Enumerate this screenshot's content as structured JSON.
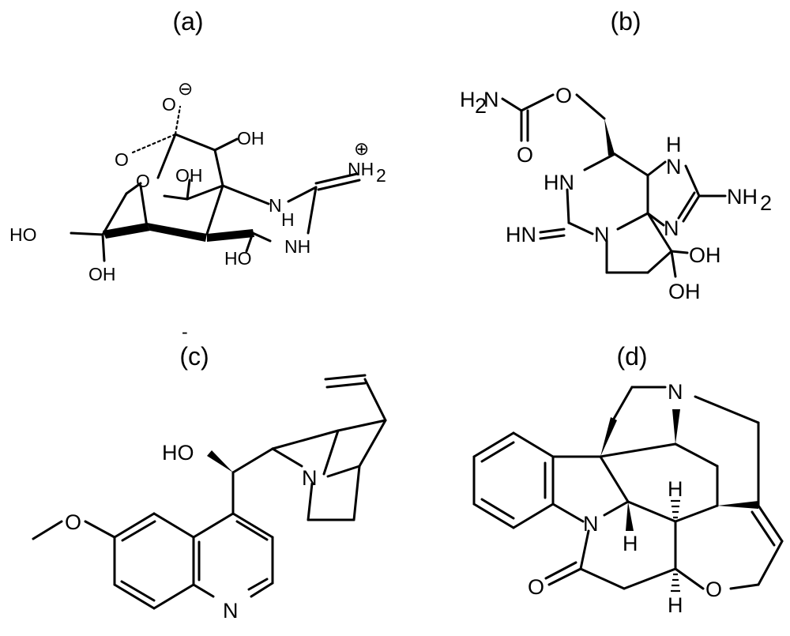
{
  "panels": {
    "a": {
      "label": "(a)",
      "atoms": {
        "o_minus": "O",
        "minus_charge": "⊖",
        "o_ring": "O",
        "o_bridge": "O",
        "oh_top": "OH",
        "oh_mid": "OH",
        "nh2_plus": "NH",
        "nh2_sub": "2",
        "plus_charge": "⊕",
        "n_ring": "N",
        "n_h": "H",
        "nh_bottom": "NH",
        "ho_bottom": "HO",
        "ho_left": "HO",
        "oh_lower": "OH"
      }
    },
    "b": {
      "label": "(b)",
      "atoms": {
        "h2n": "H",
        "h2n_sub": "2",
        "h2n_n": "N",
        "o_ester": "O",
        "o_carbonyl": "O",
        "h_top": "H",
        "n_top": "N",
        "hn": "HN",
        "nh2": "NH",
        "nh2_sub": "2",
        "n_ring": "N",
        "hn_imine": "HN",
        "n_pyrrol": "N",
        "oh_1": "OH",
        "oh_2": "OH"
      }
    },
    "c": {
      "label": "(c)",
      "tick": "-",
      "atoms": {
        "ho": "HO",
        "n_quin": "N",
        "o_methoxy": "O",
        "n_pyr": "N"
      }
    },
    "d": {
      "label": "(d)",
      "atoms": {
        "n_top": "N",
        "h_mid": "H",
        "n_lactam": "N",
        "h_left": "H",
        "o_carbonyl": "O",
        "o_ether": "O",
        "h_bottom": "H"
      }
    }
  },
  "colors": {
    "ink": "#000000",
    "background": "#ffffff"
  }
}
